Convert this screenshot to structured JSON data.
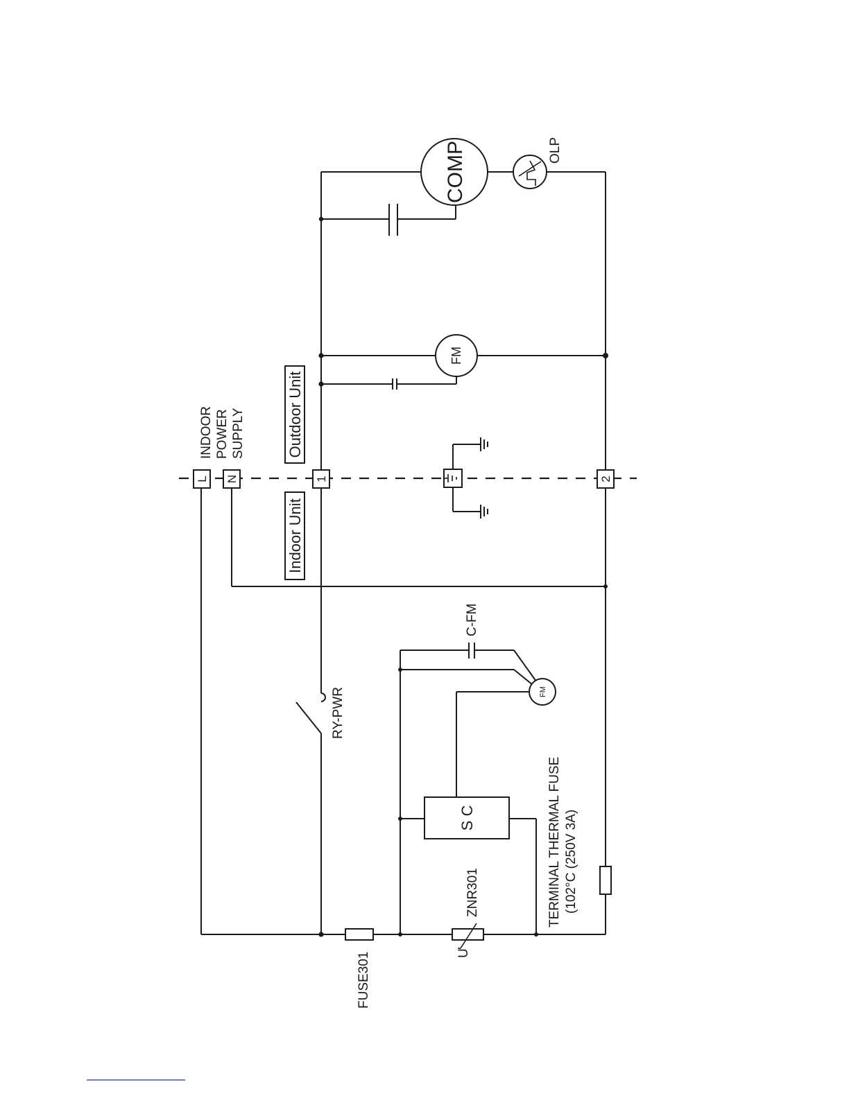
{
  "terminals": {
    "L": "L",
    "N": "N",
    "t1": "1",
    "t2": "2"
  },
  "labels": {
    "power_supply": [
      "INDOOR",
      "POWER",
      "SUPPLY"
    ],
    "outdoor_unit": "Outdoor Unit",
    "indoor_unit": "Indoor Unit",
    "comp": "COMP",
    "olp": "OLP",
    "fm_outdoor": "FM",
    "fm_indoor": "FM",
    "c_fm": "C-FM",
    "ry_pwr": "RY-PWR",
    "sc": "S C",
    "thermal_fuse": [
      "TERMINAL THERMAL FUSE",
      "(102°C (250V 3A)"
    ],
    "znr": "ZNR301",
    "u_mark": "U",
    "fuse301": "FUSE301"
  },
  "footer_link_color": "#3355cc"
}
